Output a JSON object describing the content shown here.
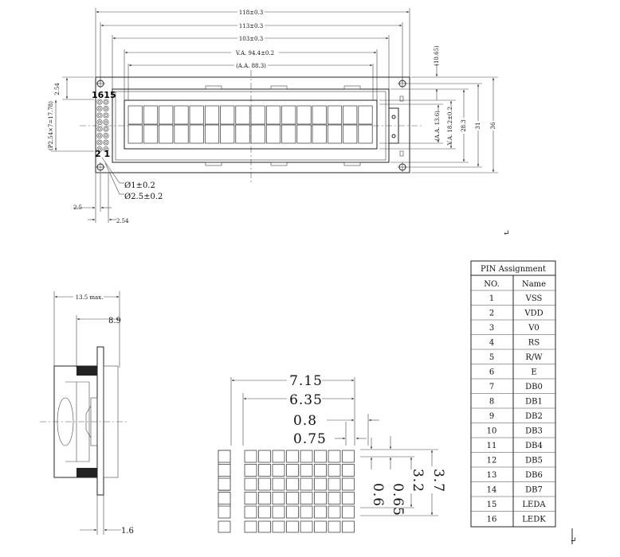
{
  "top_dims": {
    "d118": "118±0.3",
    "d113": "113±0.3",
    "d103": "103±0.3",
    "d_va": "V.A.  94.4±0.2",
    "d_aa": "(A.A.  88.3)",
    "d1065": "(10.65)",
    "d_aa_h": "(A.A.  13.6)",
    "d_va_h": "V.A.  18.2±0.2",
    "d283": "28.3",
    "d31": "31",
    "d36": "36",
    "d_left_a": "2.54",
    "d_left_b": "(P2.54×7=17.78)",
    "d_hole1": "Ø1±0.2",
    "d_hole2": "Ø2.5±0.2",
    "d25": "2.5",
    "d254": "2.54",
    "pin_label_top": "1615",
    "pin_label_bottom": "2 1",
    "return_mark": "↵"
  },
  "side_view": {
    "d135": "13.5 max.",
    "d89": "8.9",
    "d16": "1.6"
  },
  "char_detail": {
    "d715": "7.15",
    "d635": "6.35",
    "d08": "0.8",
    "d075": "0.75",
    "d37": "3.7",
    "d32": "3.2",
    "d065": "0.65",
    "d06": "0.6"
  },
  "pin_table": {
    "title": "PIN Assignment",
    "headers": [
      "NO.",
      "Name"
    ],
    "rows": [
      [
        "1",
        "VSS"
      ],
      [
        "2",
        "VDD"
      ],
      [
        "3",
        "V0"
      ],
      [
        "4",
        "RS"
      ],
      [
        "5",
        "R/W"
      ],
      [
        "6",
        "E"
      ],
      [
        "7",
        "DB0"
      ],
      [
        "8",
        "DB1"
      ],
      [
        "9",
        "DB2"
      ],
      [
        "10",
        "DB3"
      ],
      [
        "11",
        "DB4"
      ],
      [
        "12",
        "DB5"
      ],
      [
        "13",
        "DB6"
      ],
      [
        "14",
        "DB7"
      ],
      [
        "15",
        "LEDA"
      ],
      [
        "16",
        "LEDK"
      ]
    ]
  },
  "bottom_mark": "↵"
}
